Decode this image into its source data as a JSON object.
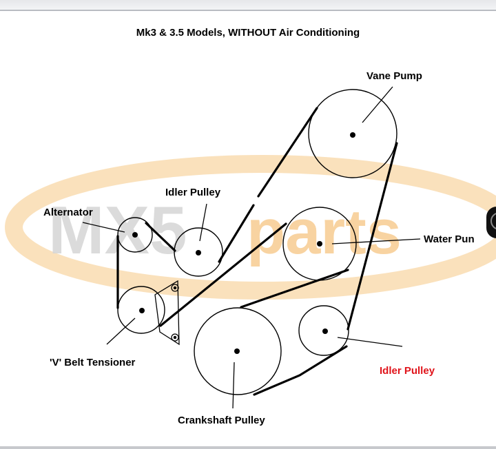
{
  "diagram": {
    "title": "Mk3 & 3.5 Models, WITHOUT Air Conditioning",
    "watermark": {
      "left": "MX5",
      "right": "parts"
    },
    "labels": {
      "vane_pump": "Vane Pump",
      "idler_pulley_top": "Idler Pulley",
      "alternator": "Alternator",
      "water_pump": "Water Pun",
      "v_belt_tensioner": "'V' Belt Tensioner",
      "idler_pulley_bottom": "Idler Pulley",
      "crankshaft_pulley": "Crankshaft Pulley"
    },
    "colors": {
      "line": "#000000",
      "highlight_label": "#e0141b",
      "watermark_gray": "#d2d2d2",
      "watermark_orange": "#f7c98a"
    }
  }
}
